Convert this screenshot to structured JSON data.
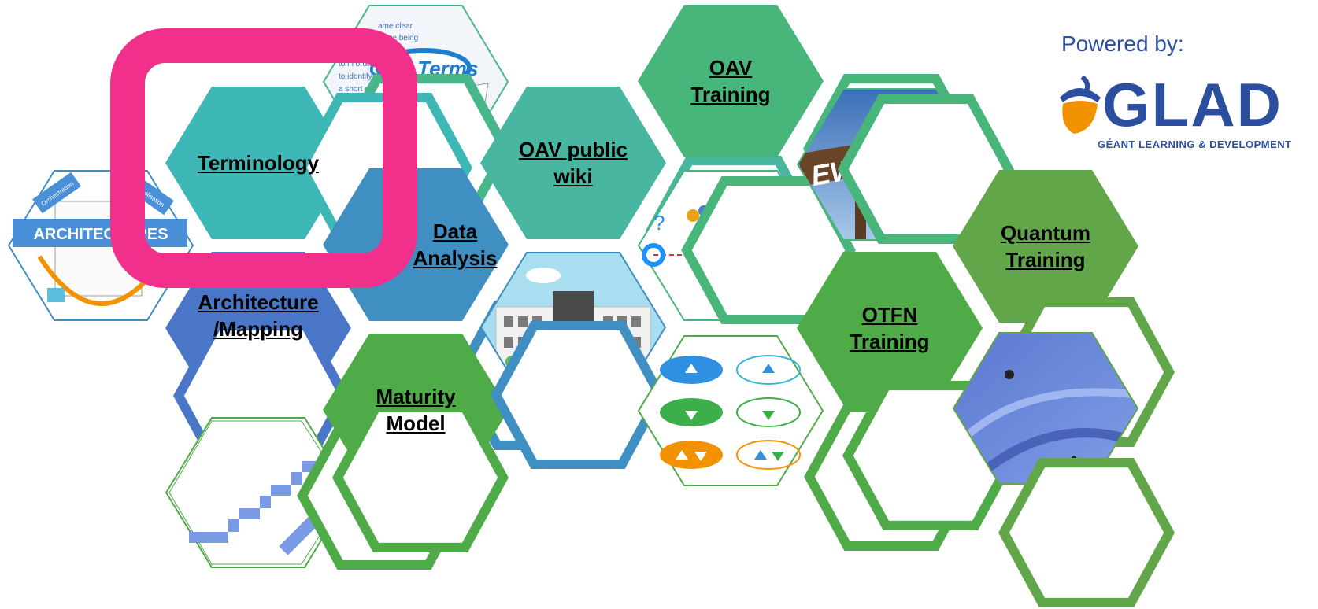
{
  "tiles": {
    "terminology": "Terminology",
    "oav_training": "OAV\nTraining",
    "oav_public_wiki": "OAV public\nwiki",
    "data_analysis": "Data\nAnalysis",
    "architecture_mapping": "Architecture\n/Mapping",
    "maturity_model": "Maturity\nModel",
    "quantum_training": "Quantum\nTraining",
    "otfn_training": "OTFN\nTraining"
  },
  "images": {
    "terms_clipping": "OAV Terms",
    "architectures": "ARCHITECTURES",
    "architecture_labels": [
      "Orchestration",
      "Virtualisation"
    ],
    "new_skills_sign": "EW SKILLS"
  },
  "branding": {
    "powered_by": "Powered by:",
    "logo_name": "GLAD",
    "logo_subtitle": "GÉANT LEARNING & DEVELOPMENT"
  },
  "colors": {
    "teal": "#3eb8b6",
    "blue_teal": "#3f8fc2",
    "blue": "#4a76c8",
    "green_teal": "#48b68a",
    "green": "#4fab48",
    "green_dark": "#62a64a",
    "highlight": "#f0308a",
    "brand_blue": "#2b4f9e",
    "brand_orange": "#f39200"
  }
}
